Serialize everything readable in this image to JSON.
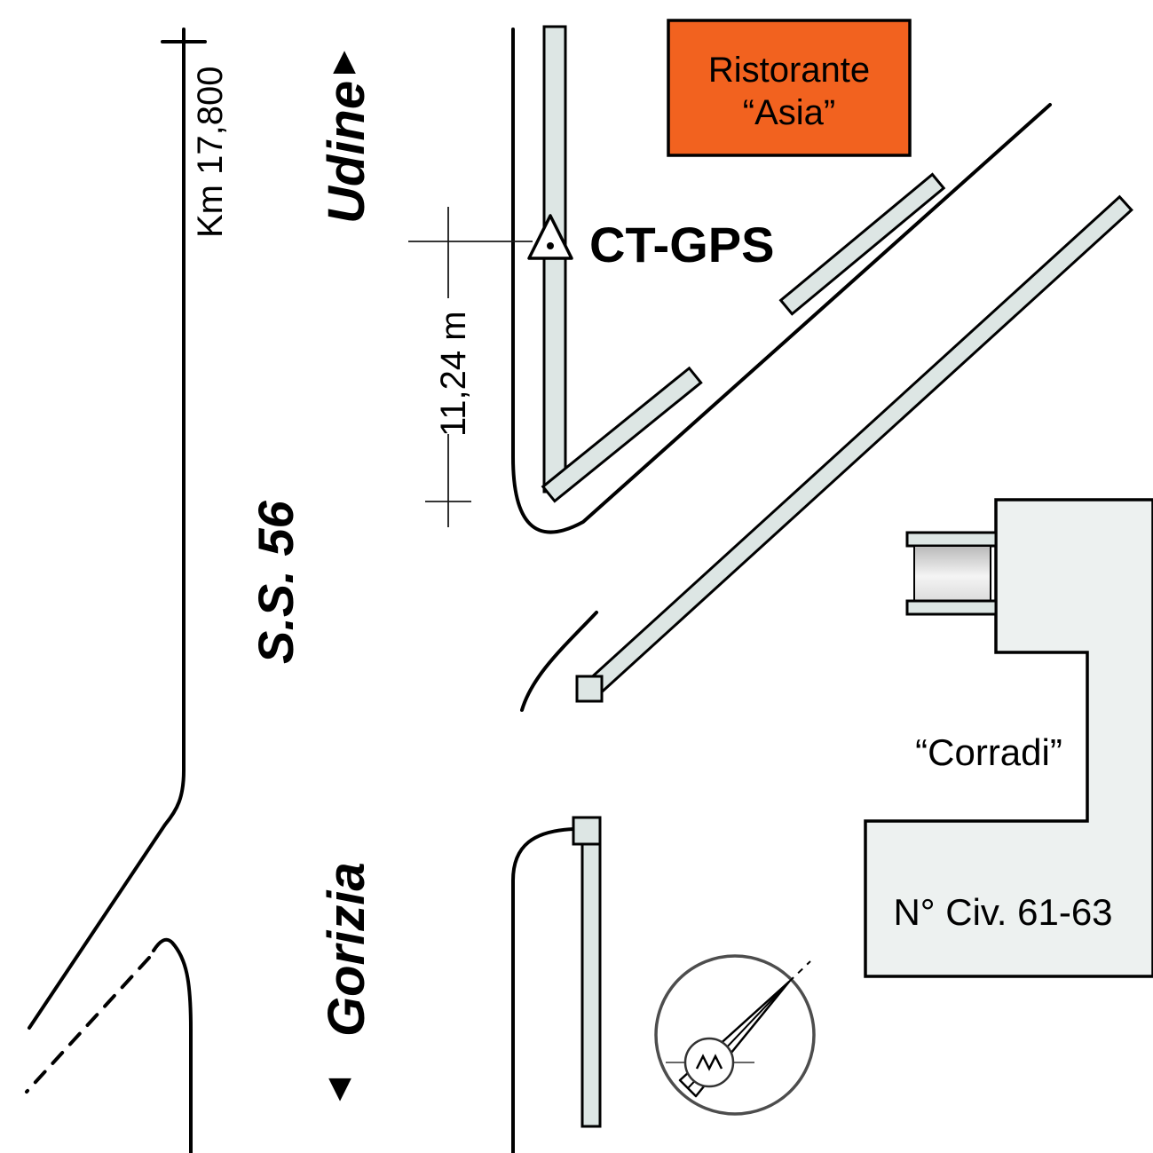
{
  "sketch": {
    "km_marker": "Km 17,800",
    "destination_up": "Udine",
    "road_name": "S.S. 56",
    "destination_down": "Gorizia",
    "station_label": "CT-GPS",
    "distance_label": "11,24 m",
    "restaurant": {
      "line1": "Ristorante",
      "line2": "“Asia”"
    },
    "building_label": "“Corradi”",
    "civic_label": "N° Civ. 61-63"
  },
  "icons": {
    "up_arrow": "▲",
    "down_arrow": "▼",
    "station_symbol": "survey-triangle-with-dot",
    "compass": "compass-rose"
  },
  "colors": {
    "restaurant_fill": "#f2621f",
    "wall_fill": "#dde6e4",
    "building_fill": "#edf1f0",
    "door_gray": "#c9c9c9",
    "line_black": "#000000",
    "compass_gray": "#4d4d4d"
  }
}
